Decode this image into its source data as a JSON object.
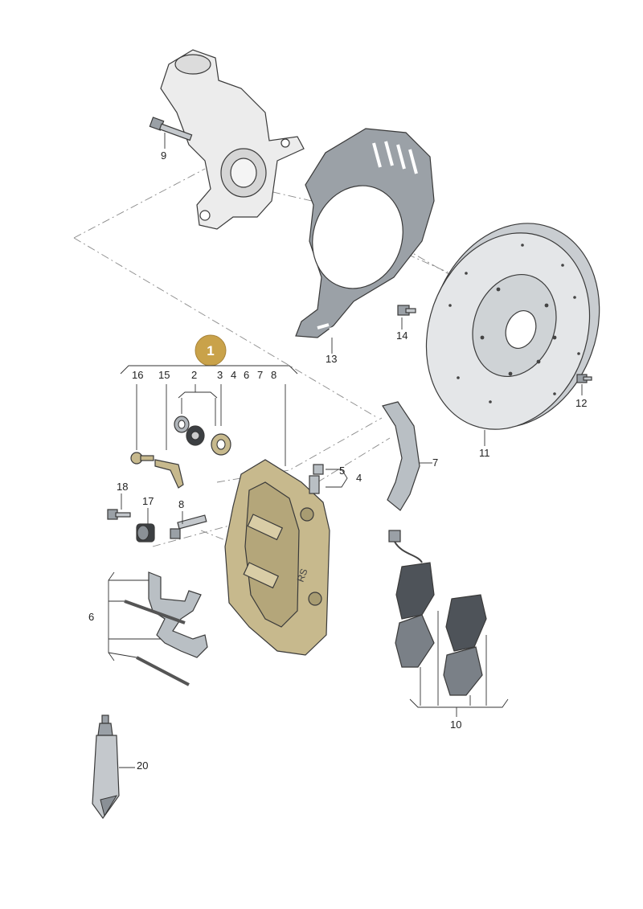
{
  "badge": {
    "label": "1",
    "color": "#c9a24a"
  },
  "colors": {
    "highlight": "#c7b98d",
    "part_gray": "#b9bfc4",
    "dark_gray": "#8a9096",
    "outline": "#3a3a3a"
  },
  "callouts": {
    "c9": "9",
    "c13": "13",
    "c14": "14",
    "c11": "11",
    "c12": "12",
    "c16": "16",
    "c15": "15",
    "c2": "2",
    "c3": "3",
    "c4": "4",
    "c6": "6",
    "c7": "7",
    "c8": "8",
    "c5b": "5",
    "c4b": "4",
    "c7b": "7",
    "c18": "18",
    "c17": "17",
    "c8b": "8",
    "c6b": "6",
    "c10": "10",
    "c20": "20"
  }
}
